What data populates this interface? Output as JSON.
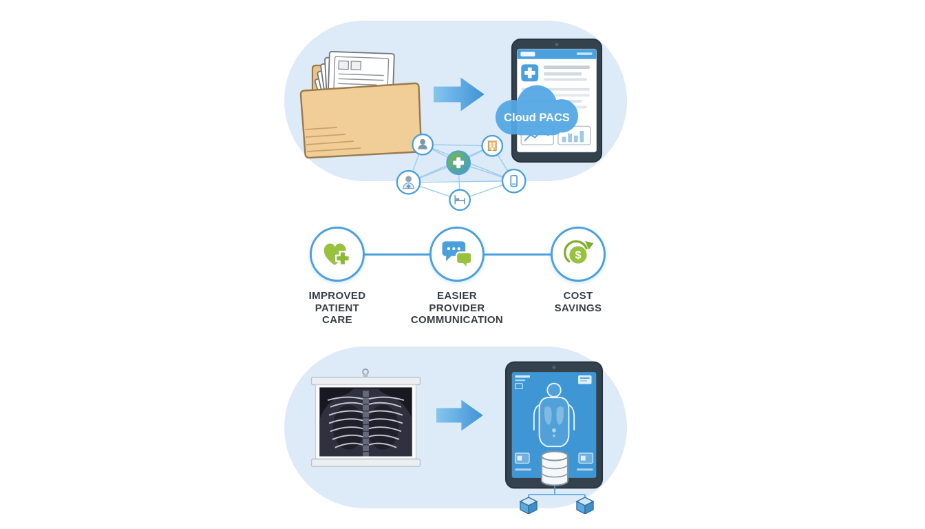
{
  "page": {
    "title": "Film and paper records to Cloud PACS infographic",
    "background": "#ffffff"
  },
  "top_section": {
    "name": "paper-records-to-cloud-pacs",
    "cloud_label": "Cloud PACS",
    "icons": [
      "paper-records-folder-icon",
      "arrow-right-icon",
      "tablet-ehr-icon",
      "cloud-icon",
      "care-network-icon"
    ]
  },
  "benefits": {
    "connector_color": "#4aa0dd",
    "items": [
      {
        "id": "improved-patient-care",
        "icon": "heart-plus-icon",
        "label_lines": [
          "IMPROVED",
          "PATIENT",
          "CARE"
        ]
      },
      {
        "id": "easier-provider-communication",
        "icon": "chat-bubbles-icon",
        "label_lines": [
          "EASIER",
          "PROVIDER",
          "COMMUNICATION"
        ]
      },
      {
        "id": "cost-savings",
        "icon": "dollar-growth-icon",
        "label_lines": [
          "COST",
          "SAVINGS"
        ],
        "dollar_glyph": "$"
      }
    ]
  },
  "bottom_section": {
    "name": "xray-film-to-digital",
    "icons": [
      "xray-film-viewer-icon",
      "arrow-right-icon",
      "tablet-digital-scan-icon",
      "database-icon",
      "cube-node-icon"
    ]
  },
  "colors": {
    "pill_background": "#dcebf7",
    "accent_blue": "#4aa0dd",
    "cloud_blue": "#55a8e5",
    "green": "#98c23e",
    "green_dark": "#7fae2e",
    "label_text": "#383e45",
    "folder_tan": "#f1cd97",
    "tablet_bezel": "#34424e"
  }
}
